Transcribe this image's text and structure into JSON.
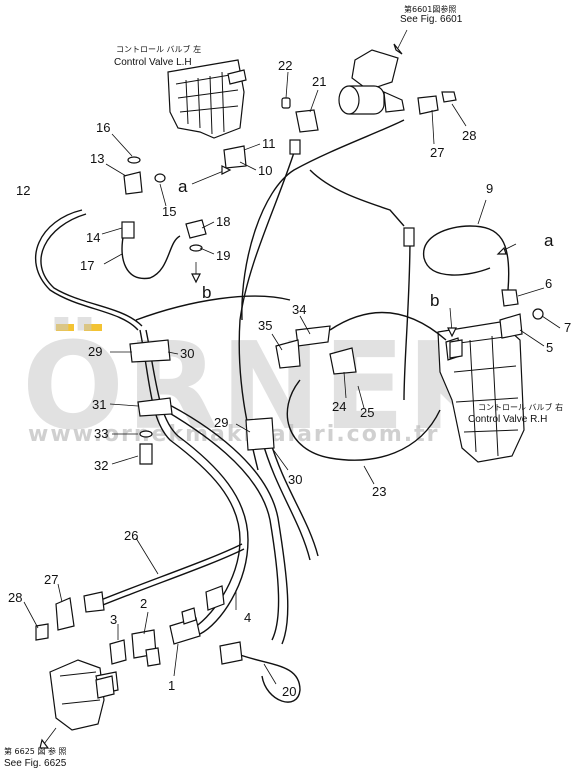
{
  "watermark": {
    "text": "ÖRNEK",
    "url": "www.ornekmakinalari.com.tr"
  },
  "references": {
    "top": {
      "jp": "第6601図参照",
      "en": "See Fig. 6601"
    },
    "bottom": {
      "jp": "第 6625 図 参 照",
      "en": "See Fig. 6625"
    }
  },
  "components": {
    "left_valve": {
      "jp": "コントロール バルブ 左",
      "en": "Control Valve L.H"
    },
    "right_valve": {
      "jp": "コントロール バルブ 右",
      "en": "Control Valve R.H"
    }
  },
  "connection_labels": [
    "a",
    "b",
    "a",
    "b"
  ],
  "callouts": [
    "22",
    "21",
    "16",
    "11",
    "13",
    "10",
    "12",
    "15",
    "18",
    "14",
    "19",
    "17",
    "28",
    "27",
    "9",
    "6",
    "7",
    "5",
    "34",
    "35",
    "29",
    "30",
    "31",
    "24",
    "25",
    "33",
    "29",
    "32",
    "30",
    "23",
    "26",
    "27",
    "28",
    "2",
    "3",
    "4",
    "1",
    "20"
  ]
}
